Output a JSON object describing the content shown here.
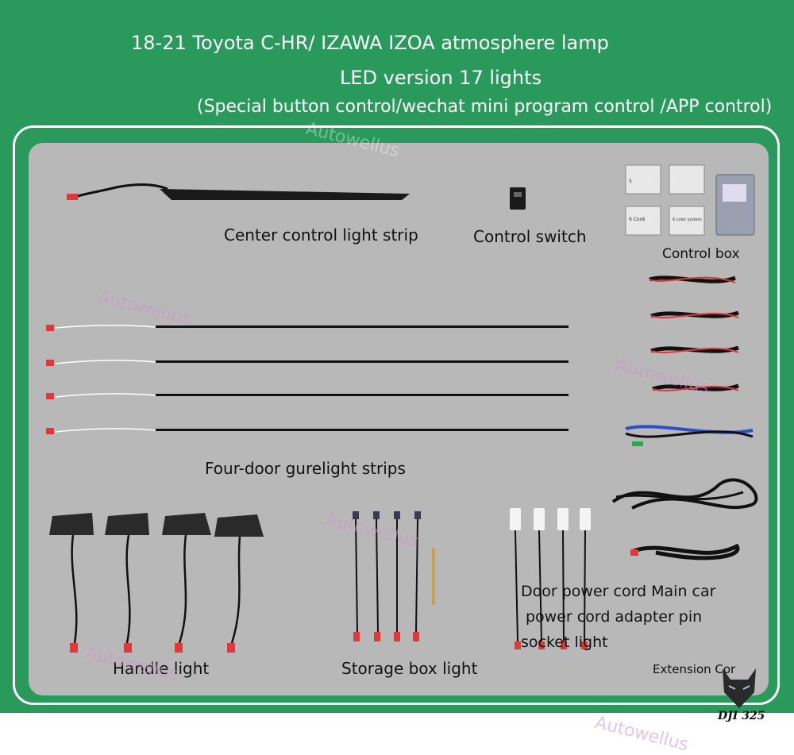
{
  "header": {
    "line1": "18-21 Toyota C-HR/ IZAWA IZOA atmosphere lamp",
    "line2": "LED version 17 lights",
    "line3": "(Special button control/wechat mini program control /APP control)"
  },
  "labels": {
    "center_strip": "Center control light strip",
    "control_switch": "Control switch",
    "control_box": "Control box",
    "four_door": "Four-door gurelight strips",
    "handle_light": "Handle light",
    "storage_box": "Storage box light",
    "door_power_1": "Door power cord Main car",
    "door_power_2": "power cord adapter pin",
    "door_power_3": "socket light",
    "extension": "Extension Cor"
  },
  "watermark": "Autowellus",
  "module_labels": [
    "5",
    "6 Cook",
    "6 color system"
  ],
  "brand_mark": "DJI 325",
  "colors": {
    "frame": "#2a9a5c",
    "board": "#b8b8b8",
    "connector": "#e0393b"
  }
}
